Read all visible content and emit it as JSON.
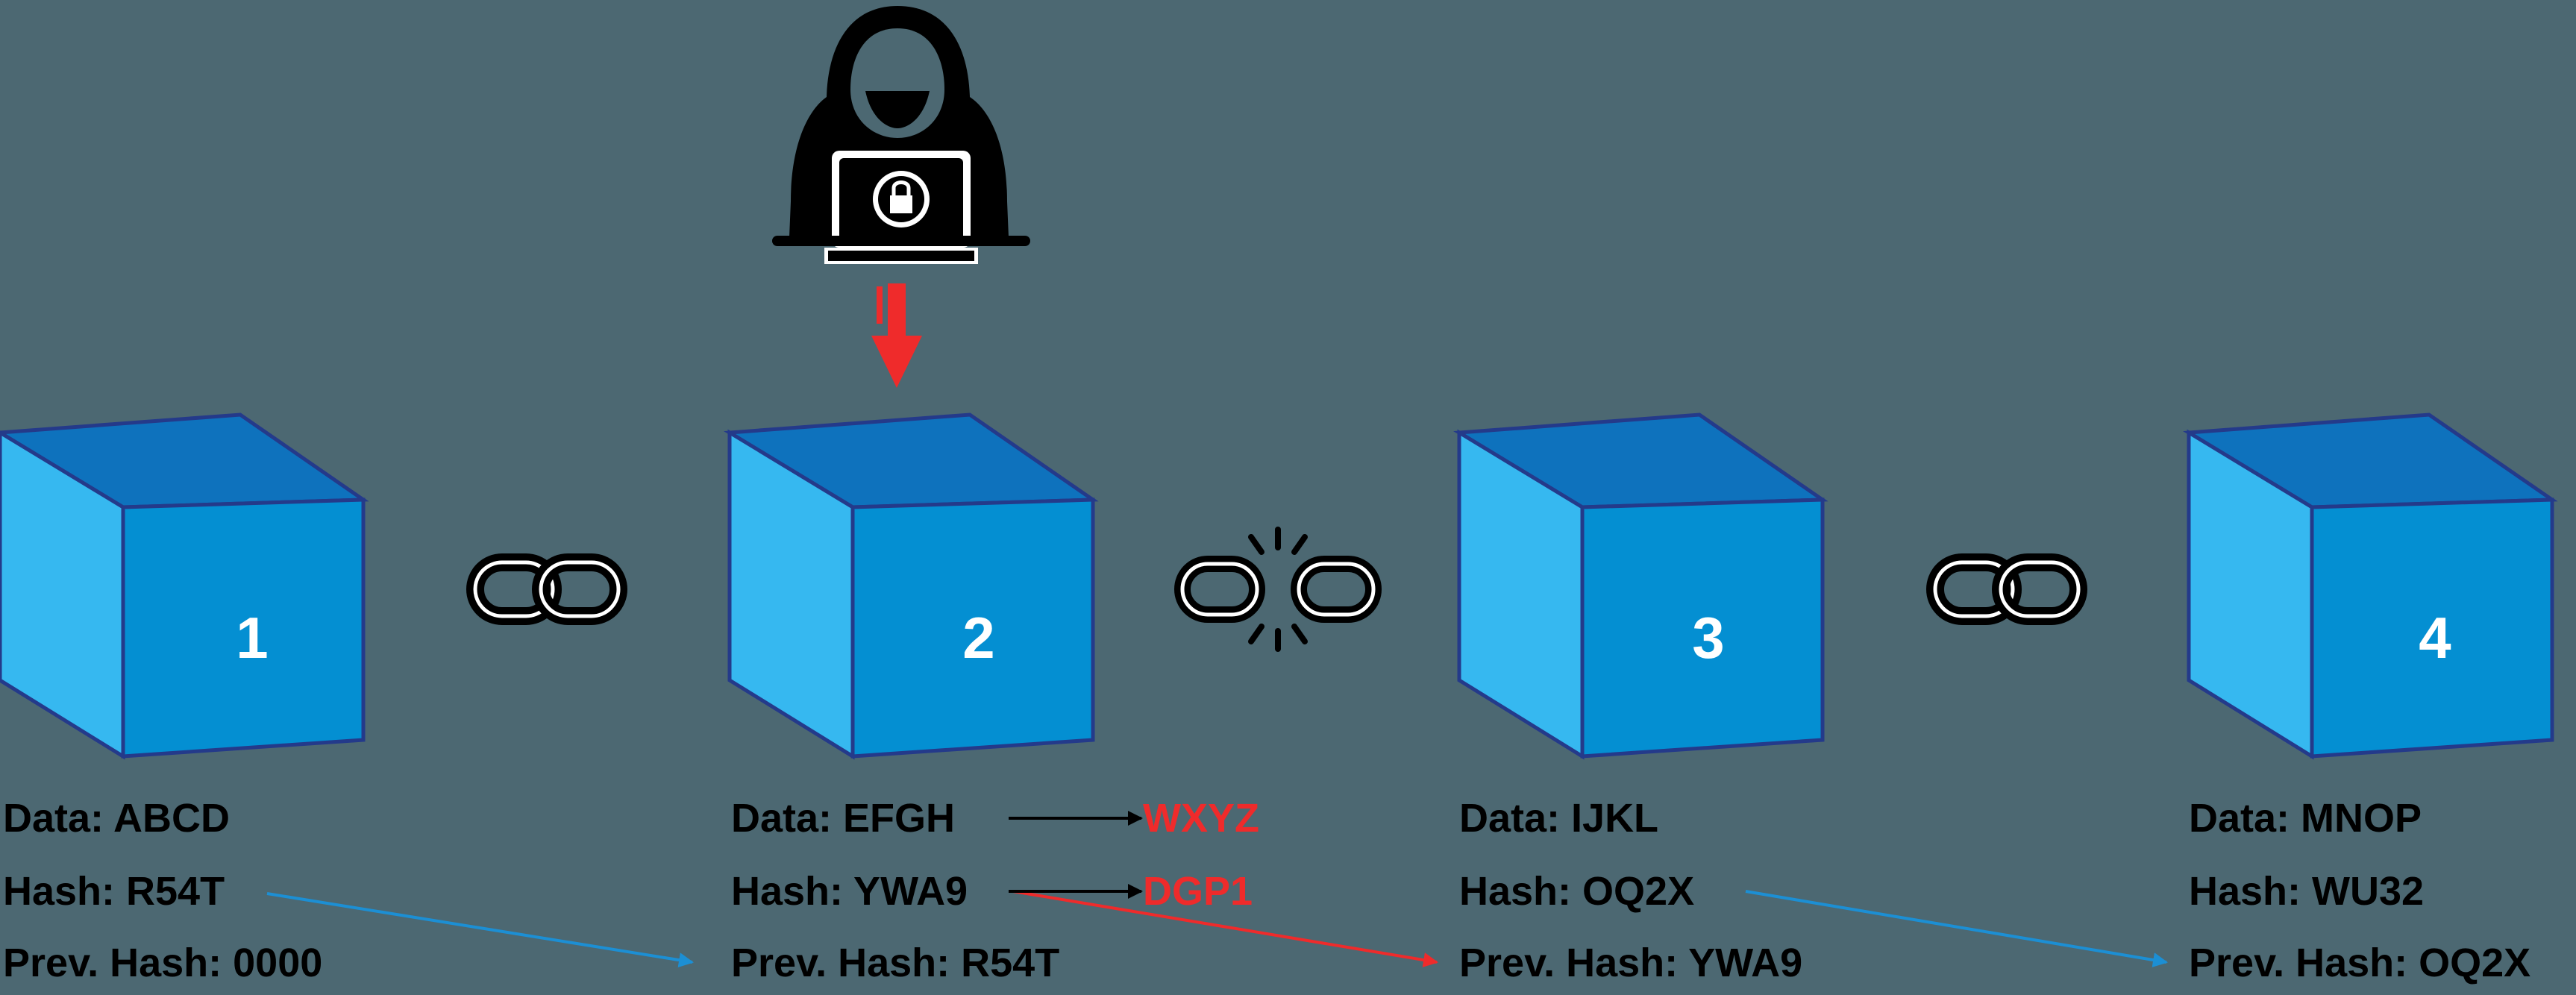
{
  "colors": {
    "background": "#4c6872",
    "cube_top": "#0e72bd",
    "cube_left": "#36b8f0",
    "cube_front": "#048fd2",
    "cube_outline": "#243a8a",
    "tamper": "#ef2b2b",
    "link_arrow": "#1c8fd4",
    "text": "#000000"
  },
  "blocks": [
    {
      "number": "1",
      "data": "Data: ABCD",
      "hash": "Hash: R54T",
      "prev_hash": "Prev. Hash: 0000"
    },
    {
      "number": "2",
      "data": "Data: EFGH",
      "hash": "Hash: YWA9",
      "prev_hash": "Prev. Hash: R54T",
      "tampered_data": "WXYZ",
      "tampered_hash": "DGP1"
    },
    {
      "number": "3",
      "data": "Data: IJKL",
      "hash": "Hash: OQ2X",
      "prev_hash": "Prev. Hash: YWA9"
    },
    {
      "number": "4",
      "data": "Data: MNOP",
      "hash": "Hash: WU32",
      "prev_hash": "Prev. Hash: OQ2X"
    }
  ],
  "connectors": [
    {
      "between": "1-2",
      "state": "intact"
    },
    {
      "between": "2-3",
      "state": "broken"
    },
    {
      "between": "3-4",
      "state": "intact"
    }
  ],
  "icons": {
    "attacker": "hacker-hoodie-laptop-icon",
    "attack_arrow": "arrow-down-icon",
    "intact_chain": "chain-link-icon",
    "broken_chain": "broken-chain-icon"
  }
}
